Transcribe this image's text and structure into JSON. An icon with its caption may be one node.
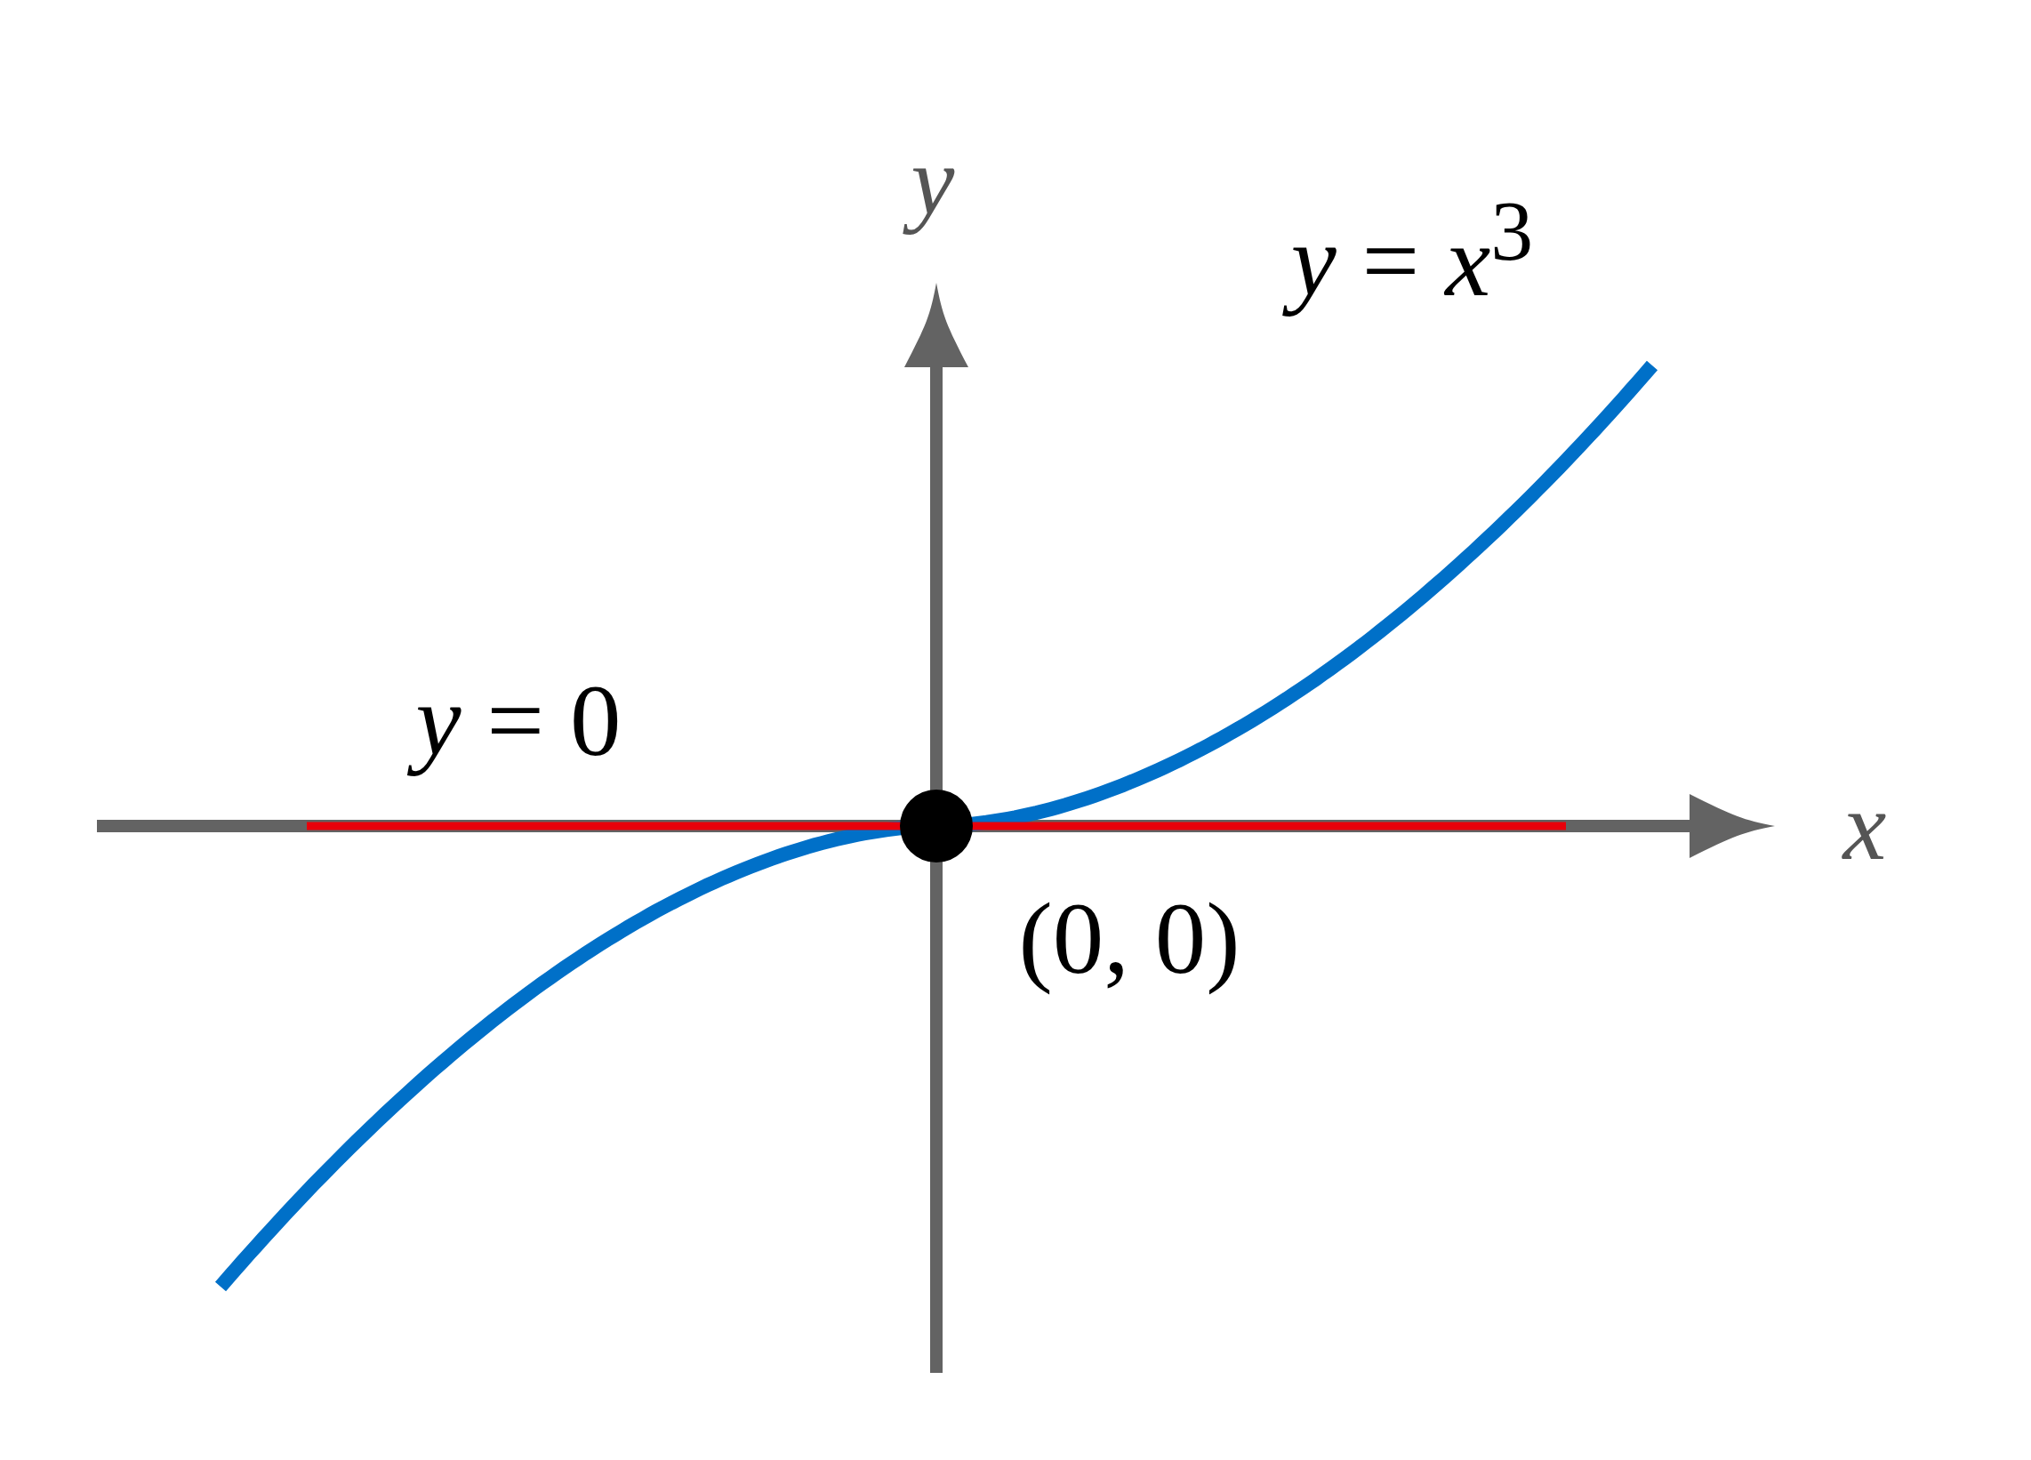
{
  "diagram": {
    "nodes": [
      {
        "text": [],
        "shape": "circle",
        "beside": [
          "(0, 0)"
        ]
      }
    ],
    "labels": [
      "*y*",
      "*y* = *x*$^{3}$",
      "*y* = 0",
      "*x*"
    ]
  }
}
